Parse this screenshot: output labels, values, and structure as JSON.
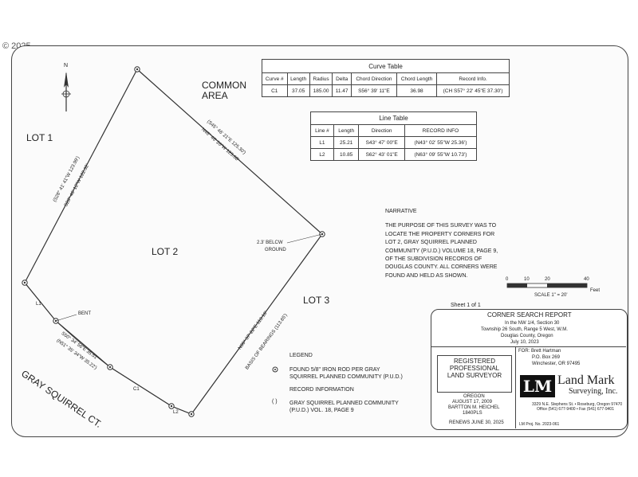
{
  "watermark": "© 2025",
  "north_label": "N",
  "lots": {
    "lot1": "LOT 1",
    "lot2": "LOT 2",
    "lot3": "LOT 3",
    "common_area": "COMMON AREA"
  },
  "street_name": "GRAY SQUIRREL CT.",
  "bearings": {
    "west_record": "(S28° 41' 41\"W 123.99')",
    "west_measured": "S28° 46' 12\"W 122.32'",
    "ne_record": "(S45° 46' 21\"E 125.30')",
    "ne_measured": "N46° 46' 20\"W 125.08'",
    "se_measured": "N36° 37' 22\"E 113.18'",
    "se_record": "BASIS OF BEARINGS (113.65')",
    "sw_measured": "S50° 34' 56\"E 35.51'",
    "sw_record": "(N51° 35' 34\"W 35.22')"
  },
  "callouts": {
    "belcw_line1": "2.3' BELCW",
    "belcw_line2": "GROUND",
    "bent": "BENT",
    "l1": "L1",
    "l2": "L2",
    "c1": "C1"
  },
  "curve_table": {
    "title": "Curve Table",
    "headers": [
      "Curve #",
      "Length",
      "Radius",
      "Delta",
      "Chord Direction",
      "Chord Length",
      "Record Info."
    ],
    "rows": [
      [
        "C1",
        "37.05",
        "185.00",
        "11.47",
        "S56° 39' 11\"E",
        "36.98",
        "(CH S57° 22' 45\"E 37.30')"
      ]
    ]
  },
  "line_table": {
    "title": "Line Table",
    "headers": [
      "Line #",
      "Length",
      "Direction",
      "RECORD INFO"
    ],
    "rows": [
      [
        "L1",
        "25.21",
        "S43° 47' 00\"E",
        "(N43° 02' 55\"W 25.36')"
      ],
      [
        "L2",
        "10.85",
        "S62° 43' 01\"E",
        "(N63° 09' 55\"W 10.73')"
      ]
    ]
  },
  "narrative": {
    "heading": "NARRATIVE",
    "text": "THE PURPOSE OF THIS SURVEY WAS TO LOCATE THE PROPERTY CORNERS FOR LOT 2, GRAY SQUIRREL PLANNED COMMUNITY (P.U.D.) VOLUME 18, PAGE 9, OF THE SUBDIVISION RECORDS OF DOUGLAS COUNTY. ALL CORNERS WERE FOUND AND HELD AS SHOWN."
  },
  "scale": {
    "ticks": [
      "0",
      "10",
      "20",
      "40"
    ],
    "unit": "Feet",
    "label": "SCALE 1\" = 20'"
  },
  "legend": {
    "title": "LEGEND",
    "found": "FOUND 5/8\" IRON ROD PER GRAY SQUIRREL PLANNED COMMUNITY (P.U.D.)",
    "record_title": "RECORD INFORMATION",
    "record_symbol": "( )",
    "record_text": "GRAY SQUIRREL PLANNED COMMUNITY (P.U.D.) VOL. 18, PAGE 9"
  },
  "report": {
    "sheet": "Sheet 1 of 1",
    "title": "CORNER SEARCH REPORT",
    "line1": "In the NW 1/4, Section 30",
    "line2": "Township 26 South, Range 5 West, W.M.",
    "line3": "Douglas County, Oregon",
    "date": "July 10, 2023",
    "for_label": "FOR: Brett Hartman",
    "addr1": "P.O. Box 269",
    "addr2": "Winchester, OR 97495",
    "company": "Land Mark",
    "company2": "Surveying, Inc.",
    "company_addr": "3329 N.E. Stephens St. • Roseburg, Oregon 97470",
    "company_phone": "Office (541) 677-9400 • Fax (541) 677-9401",
    "job": "LM Proj. No. 2023-061"
  },
  "stamp": {
    "line1": "REGISTERED",
    "line2": "PROFESSIONAL",
    "line3": "LAND SURVEYOR",
    "state": "OREGON",
    "date": "AUGUST 17, 2009",
    "name": "BARTTON M. HEICHEL",
    "number": "1840PLS",
    "renews": "RENEWS JUNE 30, 2025"
  },
  "colors": {
    "line": "#333333",
    "border": "#444444",
    "logo": "#111111"
  }
}
